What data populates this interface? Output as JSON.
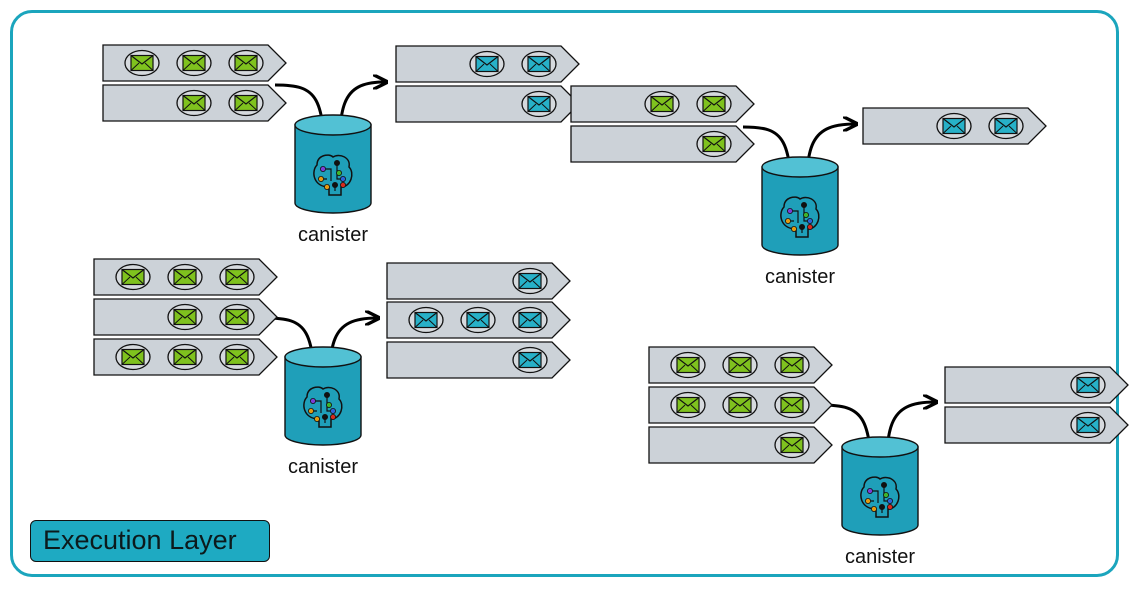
{
  "layer_label": "Execution Layer",
  "canister_label": "canister",
  "colors": {
    "frame": "#1ba5bd",
    "queue_fill": "#ccd2d8",
    "incoming_message": "#7fc21e",
    "outgoing_message": "#27b1c8",
    "canister_body": "#1f9fb9",
    "badge": "#1eaac2"
  },
  "icons": [
    "envelope-icon",
    "brain-circuit-icon",
    "canister-cylinder-icon",
    "flow-arrow-icon"
  ],
  "groups": [
    {
      "incoming_queues": [
        3,
        2
      ],
      "outgoing_queues": [
        2,
        1
      ]
    },
    {
      "incoming_queues": [
        2,
        1
      ],
      "outgoing_queues": [
        2
      ]
    },
    {
      "incoming_queues": [
        3,
        2,
        3
      ],
      "outgoing_queues": [
        1,
        3,
        1
      ]
    },
    {
      "incoming_queues": [
        3,
        3,
        1
      ],
      "outgoing_queues": [
        1,
        1
      ]
    }
  ]
}
